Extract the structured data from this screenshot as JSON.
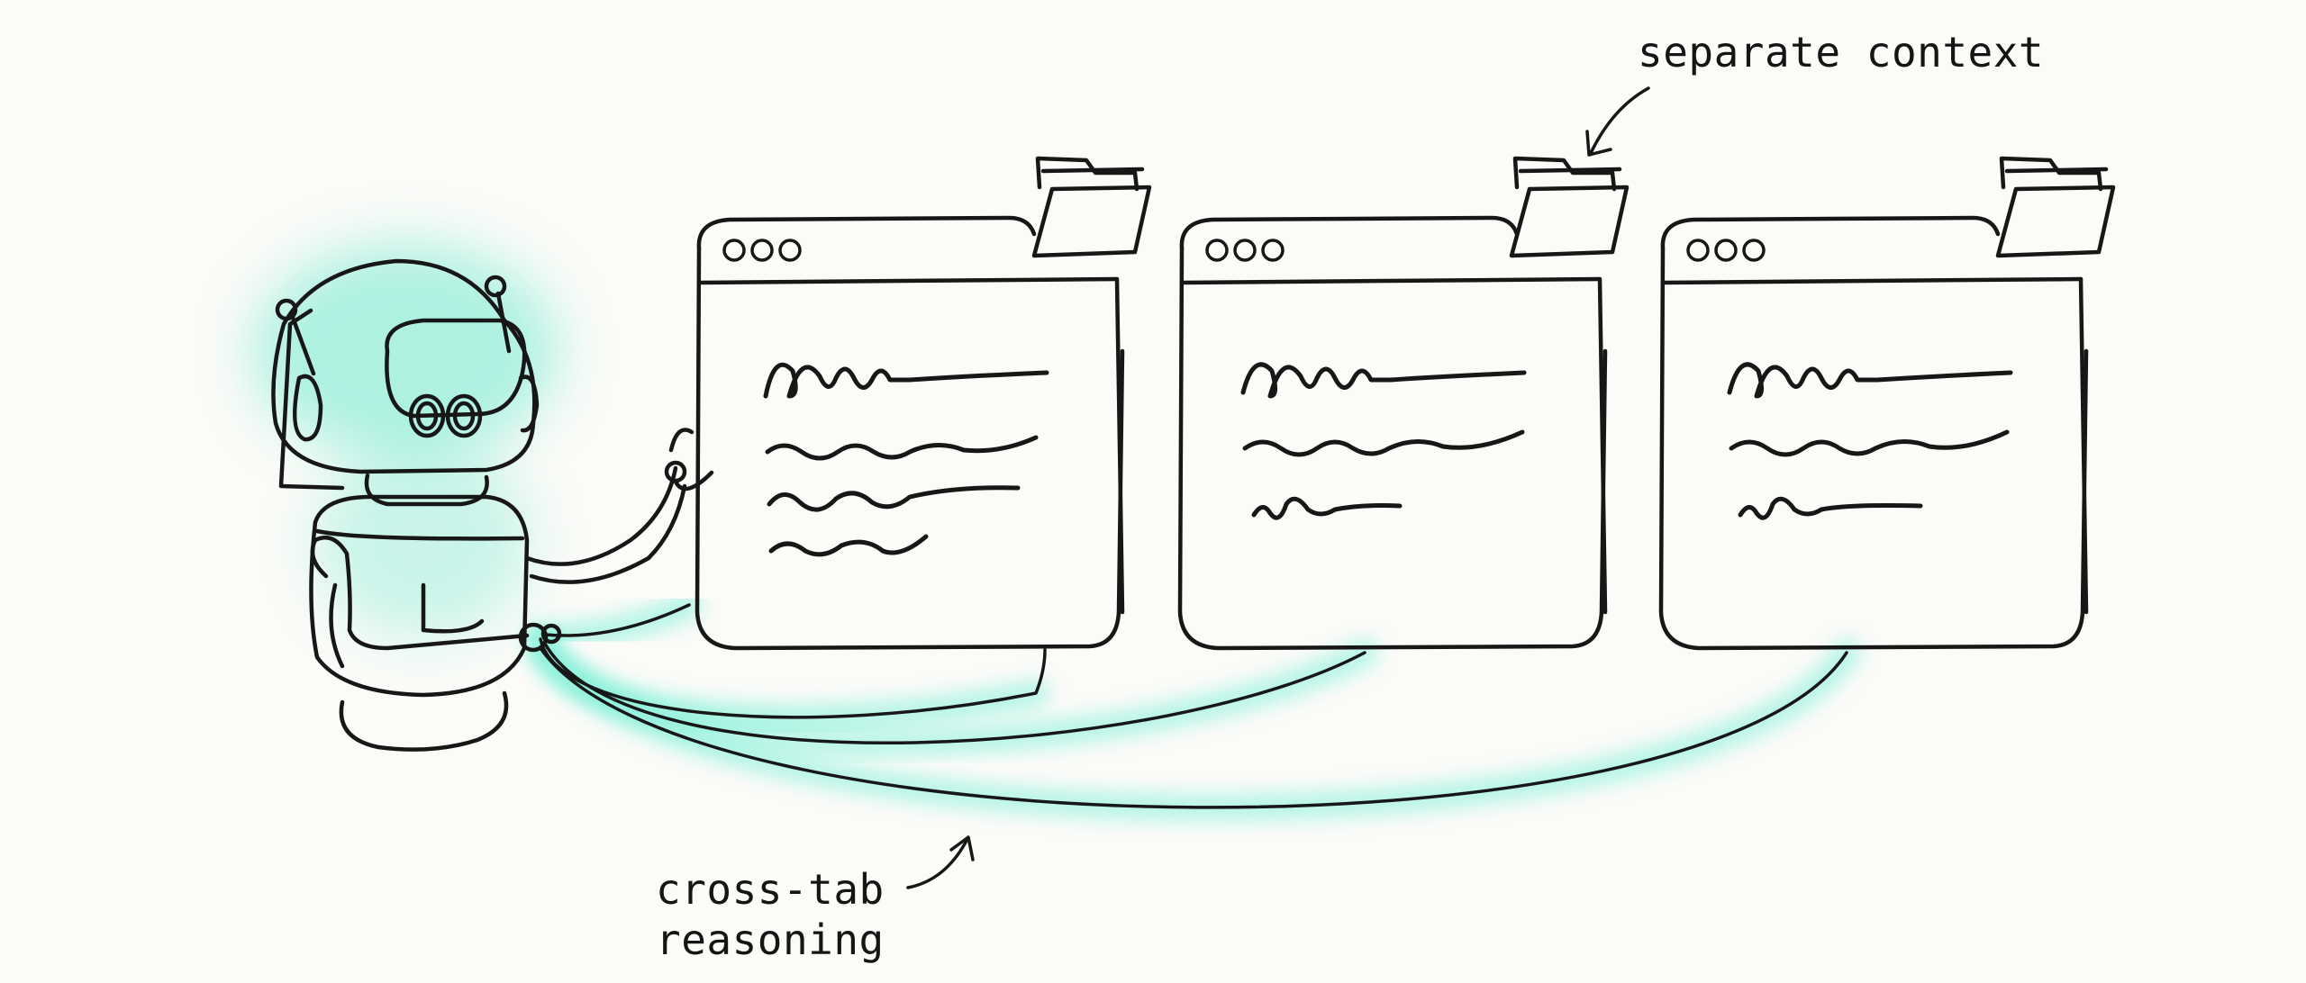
{
  "diagram": {
    "annotations": {
      "separate_context": "separate context",
      "cross_tab_reasoning": "cross-tab\nreasoning"
    },
    "colors": {
      "ink": "#171717",
      "glow": "#7ef0d8",
      "background": "#fbfbf8"
    },
    "icons": [
      "robot-icon",
      "folder-icon",
      "browser-window-icon",
      "arrow-icon"
    ],
    "tabs": [
      {
        "id": "tab-1",
        "text_lines": 4
      },
      {
        "id": "tab-2",
        "text_lines": 3
      },
      {
        "id": "tab-3",
        "text_lines": 3
      }
    ]
  }
}
